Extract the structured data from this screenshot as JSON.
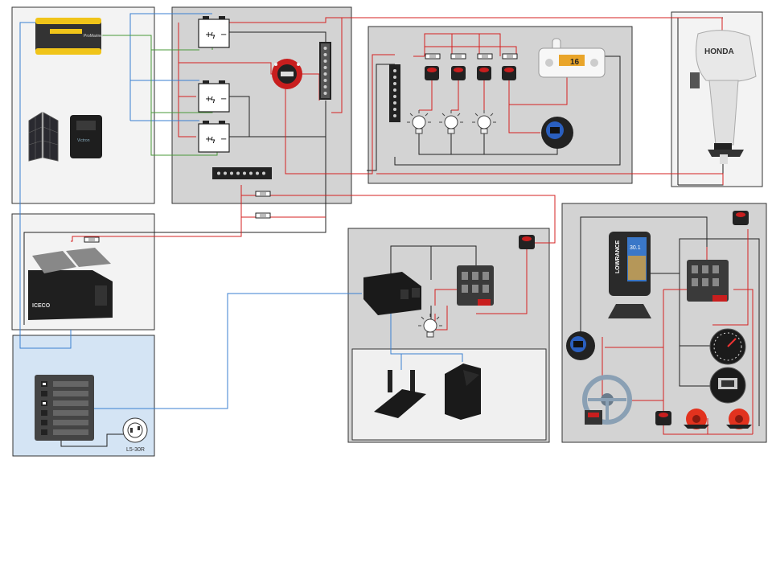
{
  "diagram": {
    "charger_label": "ProMariner",
    "solar_controller_label": "Victron",
    "outboard_brand": "HONDA",
    "fridge_brand": "ICECO",
    "fishfinder_brand": "LOWRANCE",
    "fishfinder_screen": "30.1",
    "inlet_label": "L5-30R",
    "vhf_display": "16"
  },
  "colors": {
    "positive_wire": "#d42020",
    "negative_wire": "#202020",
    "ac_wire": "#3a7fd0",
    "charge_wire": "#4a9a3a",
    "panel_fill": "#d3d3d3",
    "light_panel_fill": "#f2f2f2",
    "ac_panel_fill": "#d4e4f4"
  },
  "icons": [
    "battery-icon",
    "battery-switch-icon",
    "bus-bar-icon",
    "fuse-block-icon",
    "switch-icon",
    "bulb-icon",
    "usb-outlet-icon",
    "vhf-radio-icon",
    "outboard-icon",
    "cooler-icon",
    "inverter-icon",
    "router-icon",
    "streaming-box-icon",
    "fishfinder-icon",
    "gauge-icon",
    "horn-icon",
    "breaker-panel-icon",
    "shore-inlet-icon",
    "solar-panel-icon",
    "charge-controller-icon",
    "battery-charger-icon",
    "inline-fuse-icon",
    "steering-wheel-icon"
  ]
}
